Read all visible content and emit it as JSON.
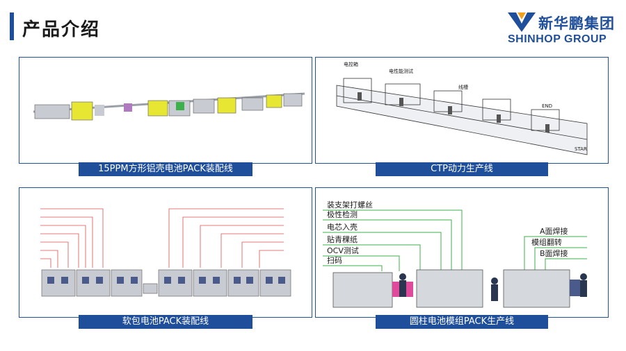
{
  "header": {
    "title": "产品介绍"
  },
  "logo": {
    "cn": "新华鹏集团",
    "en": "SHINHOP GROUP"
  },
  "colors": {
    "brand": "#1f4e9a",
    "machine_yellow": "#e6e633",
    "machine_gray": "#c8ccd2"
  },
  "panels": [
    {
      "caption": "15PPM方形铝壳电池PACK装配线",
      "labels": []
    },
    {
      "caption": "CTP动力生产线",
      "labels": [
        "电控箱",
        "电性能测试",
        "线槽",
        "END",
        "STAR"
      ]
    },
    {
      "caption": "软包电池PACK装配线",
      "labels": []
    },
    {
      "caption": "圆柱电池模组PACK生产线",
      "labels": [
        "装支架打螺丝",
        "极性检测",
        "电芯入壳",
        "贴青稞纸",
        "OCV测试",
        "扫码",
        "A面焊接",
        "模组翻转",
        "B面焊接"
      ]
    }
  ]
}
